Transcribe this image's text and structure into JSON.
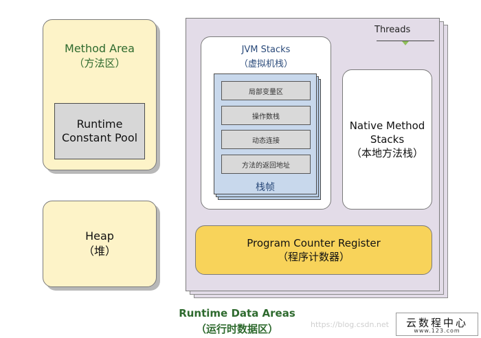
{
  "method_area": {
    "title": "Method Area",
    "subtitle": "（方法区）",
    "constant_pool": {
      "line1": "Runtime",
      "line2": "Constant Pool"
    }
  },
  "heap": {
    "title": "Heap",
    "subtitle": "（堆）"
  },
  "threads": {
    "label": "Threads"
  },
  "jvm_stacks": {
    "title": "JVM Stacks",
    "subtitle": "（虚拟机栈）",
    "frame": {
      "slots": [
        "局部变量区",
        "操作数栈",
        "动态连接",
        "方法的返回地址"
      ],
      "label": "栈帧"
    }
  },
  "native_stacks": {
    "line1": "Native Method",
    "line2": "Stacks",
    "subtitle": "（本地方法栈）"
  },
  "pc_register": {
    "title": "Program Counter Register",
    "subtitle": "（程序计数器）"
  },
  "runtime_data_areas": {
    "title": "Runtime Data Areas",
    "subtitle": "（运行时数据区）"
  },
  "watermark": {
    "url": "https://blog.csdn.net",
    "brand": "云数程中心",
    "site": "www.123.com"
  },
  "colors": {
    "method_heap_fill": "#fdf3c8",
    "threads_fill": "#e3dce8",
    "frame_fill": "#c8d8ec",
    "pc_fill": "#f8d35a",
    "title_green": "#2e6a2e"
  }
}
